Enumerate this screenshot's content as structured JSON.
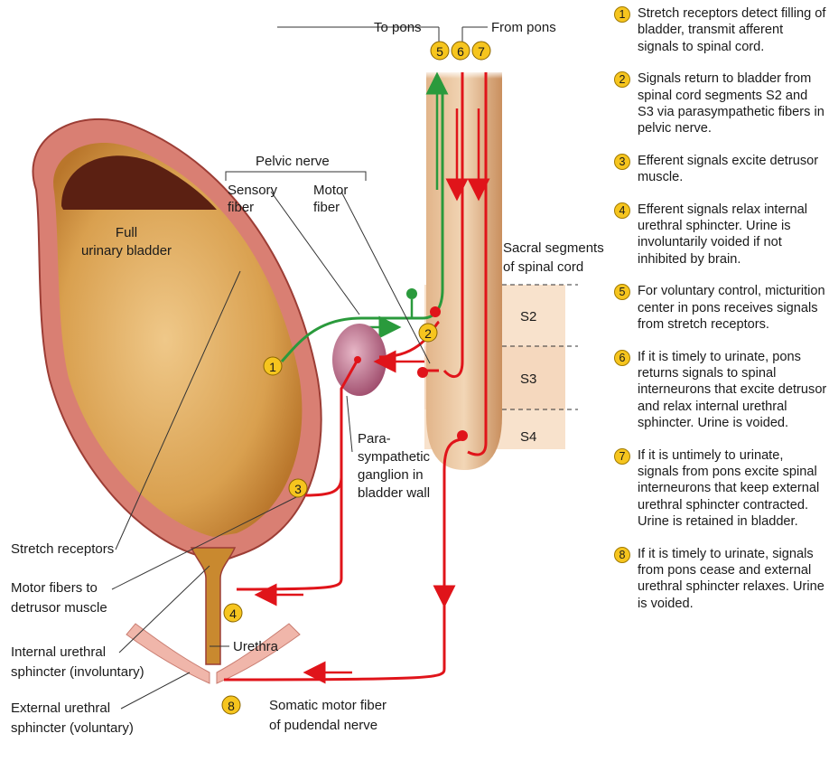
{
  "labels": {
    "to_pons": "To pons",
    "from_pons": "From pons",
    "pelvic_nerve": "Pelvic nerve",
    "sensory_fiber_1": "Sensory",
    "sensory_fiber_2": "fiber",
    "motor_fiber_1": "Motor",
    "motor_fiber_2": "fiber",
    "full_bladder_1": "Full",
    "full_bladder_2": "urinary bladder",
    "sacral_1": "Sacral segments",
    "sacral_2": "of spinal cord",
    "s2": "S2",
    "s3": "S3",
    "s4": "S4",
    "ganglion_1": "Para-",
    "ganglion_2": "sympathetic",
    "ganglion_3": "ganglion in",
    "ganglion_4": "bladder wall",
    "stretch_receptors": "Stretch receptors",
    "motor_fibers_1": "Motor fibers to",
    "motor_fibers_2": "detrusor muscle",
    "urethra": "Urethra",
    "internal_1": "Internal urethral",
    "internal_2": "sphincter (involuntary)",
    "external_1": "External urethral",
    "external_2": "sphincter (voluntary)",
    "somatic_1": "Somatic motor fiber",
    "somatic_2": "of pudendal nerve"
  },
  "markers": [
    "1",
    "2",
    "3",
    "4",
    "5",
    "6",
    "7",
    "8"
  ],
  "steps": [
    {
      "num": "1",
      "text": "Stretch receptors detect filling of bladder, transmit afferent signals to spinal cord."
    },
    {
      "num": "2",
      "text": "Signals return to bladder from spinal cord segments S2 and S3 via parasympathetic fibers in pelvic nerve."
    },
    {
      "num": "3",
      "text": "Efferent signals excite detrusor muscle."
    },
    {
      "num": "4",
      "text": "Efferent signals relax internal urethral sphincter. Urine is involuntarily voided if not inhibited by brain."
    },
    {
      "num": "5",
      "text": "For voluntary control, micturition center in pons receives signals from stretch receptors."
    },
    {
      "num": "6",
      "text": "If it is timely to urinate, pons returns signals to spinal interneurons that excite detrusor and relax internal urethral sphincter. Urine is voided."
    },
    {
      "num": "7",
      "text": "If it is untimely to urinate, signals from pons excite spinal interneurons that keep external urethral sphincter contracted. Urine is retained in bladder."
    },
    {
      "num": "8",
      "text": "If it is timely to urinate, signals from pons cease and external urethral sphincter relaxes. Urine is voided."
    }
  ],
  "colors": {
    "sensory": "#2a9a3c",
    "motor": "#e0141a",
    "marker_fill": "#f6c51e",
    "bladder_fill": "#c98a2e",
    "bladder_wall": "#d77a6e",
    "spinal_cord": "#d8a577",
    "segment_band": "#f6dcc4"
  },
  "icons": [
    "arrow-icon",
    "receptor-icon",
    "ganglion-icon"
  ]
}
